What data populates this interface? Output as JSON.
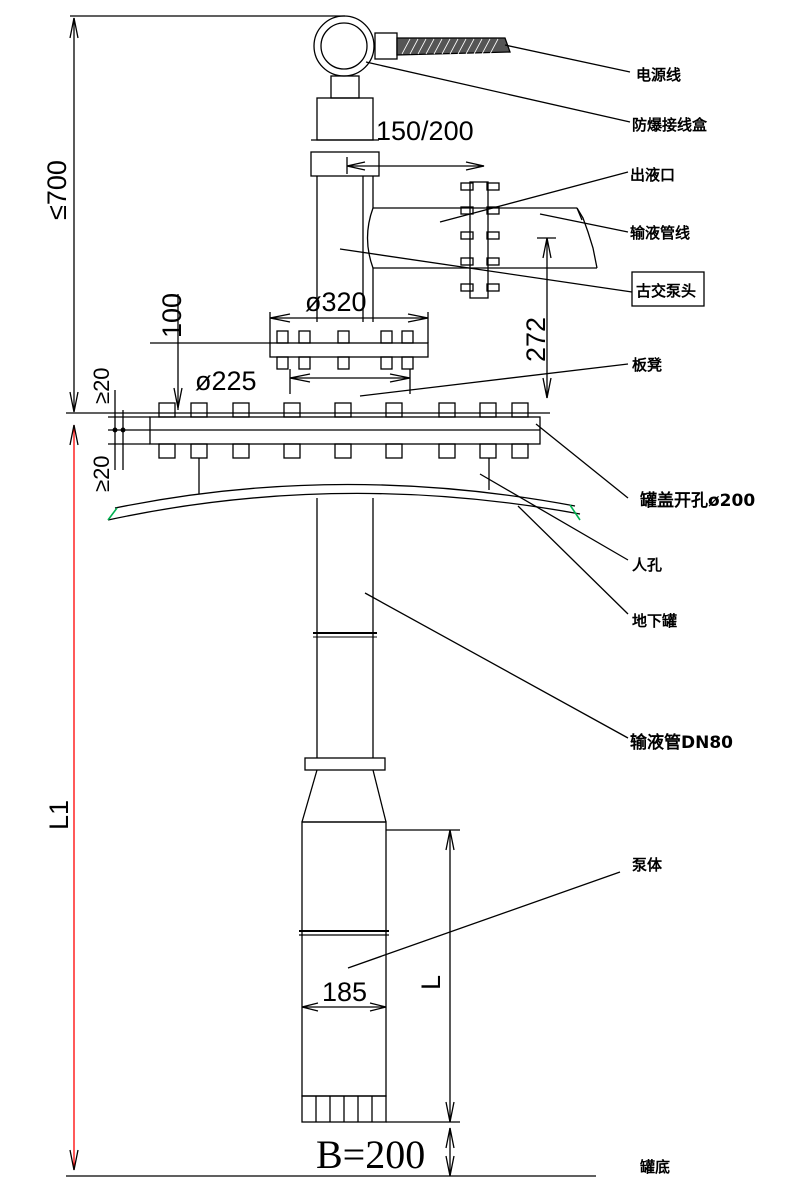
{
  "labels": {
    "power_cable": "电源线",
    "junction_box": "防爆接线盒",
    "outlet": "出液口",
    "delivery_pipeline": "输液管线",
    "pump_head": "古交泵头",
    "bench_plate": "板凳",
    "tank_cover_opening": "罐盖开孔ø200",
    "manhole": "人孔",
    "underground_tank": "地下罐",
    "delivery_pipe": "输液管DN80",
    "pump_body": "泵体",
    "tank_bottom": "罐底"
  },
  "dimensions": {
    "total_height": "≤700",
    "outlet_offset": "150/200",
    "flange_diameter_outer": "ø320",
    "flange_diameter_inner": "ø225",
    "flange_height": "100",
    "outlet_height": "272",
    "top_gap": "≥20",
    "bottom_gap": "≥20",
    "depth": "L1",
    "pump_length": "L",
    "pump_diameter": "185",
    "bottom_clearance": "B=200"
  },
  "colors": {
    "line": "#000000",
    "depth_line": "#ff0000",
    "tank_edge": "#00b050"
  }
}
